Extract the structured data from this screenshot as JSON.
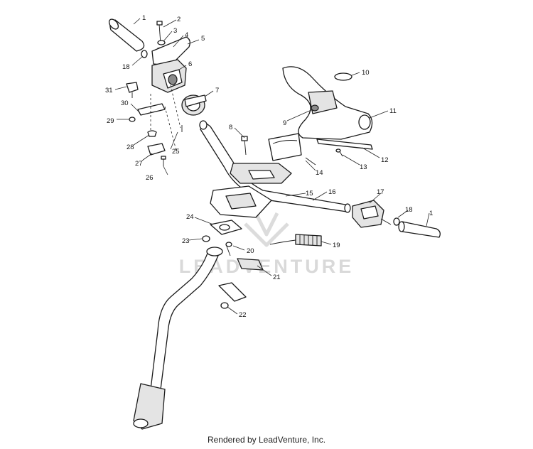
{
  "callouts": [
    "1",
    "2",
    "3",
    "4",
    "5",
    "18",
    "6",
    "7",
    "31",
    "30",
    "29",
    "28",
    "27",
    "26",
    "25",
    "8",
    "10",
    "9",
    "11",
    "12",
    "13",
    "14",
    "15",
    "16",
    "17",
    "18",
    "1",
    "24",
    "23",
    "20",
    "19",
    "21",
    "22"
  ],
  "watermark": {
    "text": "LEADVENTURE"
  },
  "footer": {
    "text": "Rendered by LeadVenture, Inc."
  }
}
